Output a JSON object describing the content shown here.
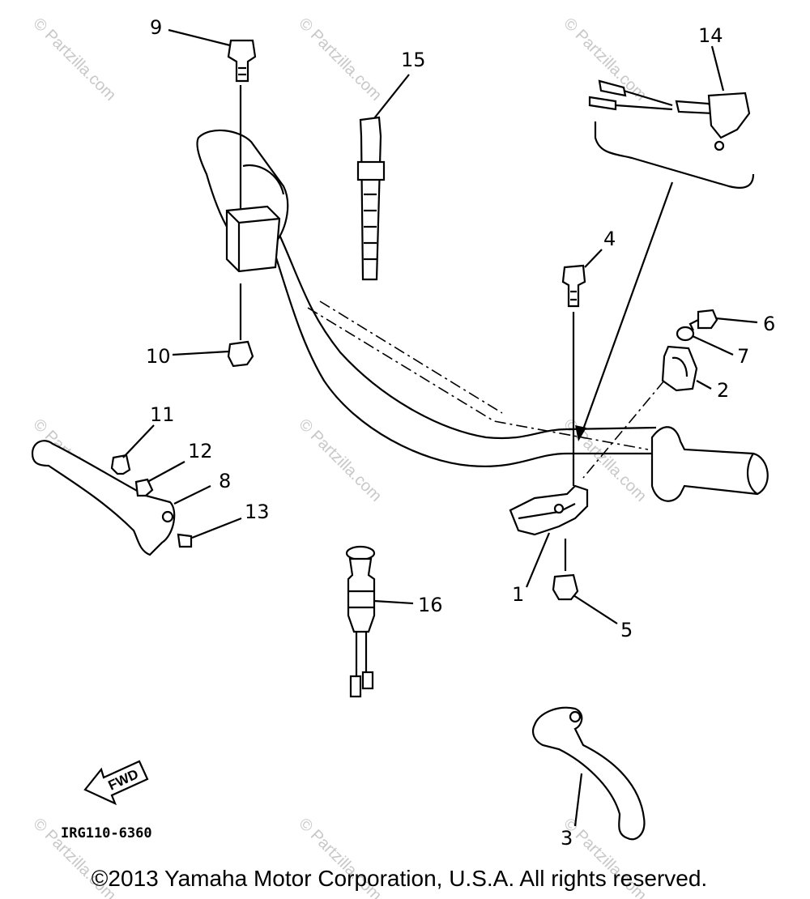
{
  "diagram": {
    "part_labels": {
      "p1": "1",
      "p2": "2",
      "p3": "3",
      "p4": "4",
      "p5": "5",
      "p6": "6",
      "p7": "7",
      "p8": "8",
      "p9": "9",
      "p10": "10",
      "p11": "11",
      "p12": "12",
      "p13": "13",
      "p14": "14",
      "p15": "15",
      "p16": "16"
    },
    "fwd_label": "FWD",
    "diagram_code": "IRG110-6360",
    "watermark": "© Partzilla.com",
    "copyright": "©2013 Yamaha Motor Corporation, U.S.A. All rights reserved."
  }
}
